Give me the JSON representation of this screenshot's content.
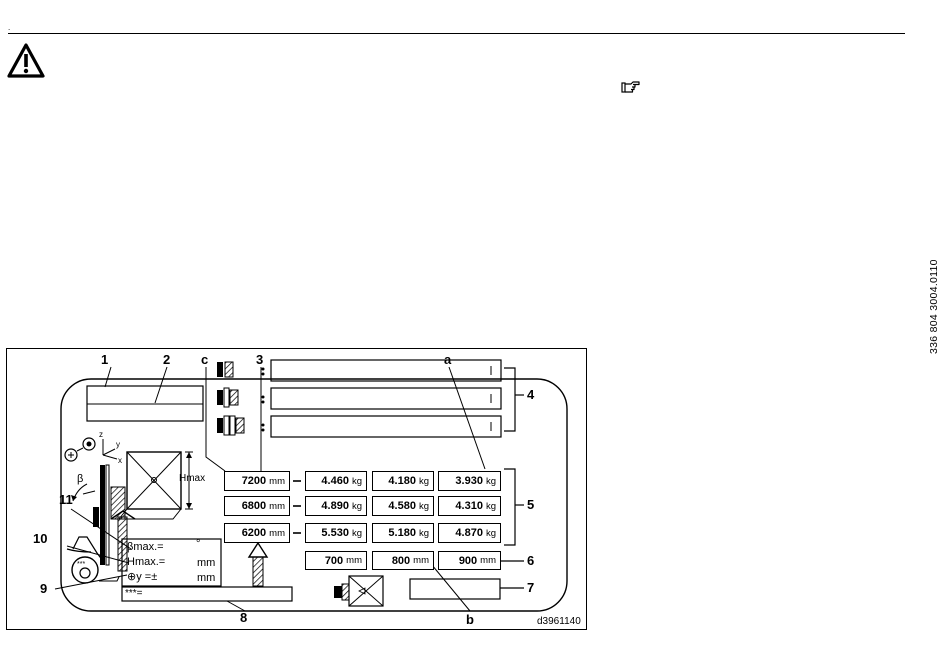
{
  "page": {
    "corner_mark": ".",
    "doc_number": "336 804 3004.0110"
  },
  "figure": {
    "id": "d3961140",
    "callouts": {
      "n1": "1",
      "n2": "2",
      "n3": "3",
      "n4": "4",
      "n5": "5",
      "n6": "6",
      "n7": "7",
      "n8": "8",
      "n9": "9",
      "n10": "10",
      "n11": "11",
      "a": "a",
      "b": "b",
      "c": "c"
    },
    "heights": [
      {
        "value": "7200",
        "unit": "mm"
      },
      {
        "value": "6800",
        "unit": "mm"
      },
      {
        "value": "6200",
        "unit": "mm"
      }
    ],
    "capacity_rows": [
      [
        {
          "value": "4.460",
          "unit": "kg"
        },
        {
          "value": "4.180",
          "unit": "kg"
        },
        {
          "value": "3.930",
          "unit": "kg"
        }
      ],
      [
        {
          "value": "4.890",
          "unit": "kg"
        },
        {
          "value": "4.580",
          "unit": "kg"
        },
        {
          "value": "4.310",
          "unit": "kg"
        }
      ],
      [
        {
          "value": "5.530",
          "unit": "kg"
        },
        {
          "value": "5.180",
          "unit": "kg"
        },
        {
          "value": "4.870",
          "unit": "kg"
        }
      ]
    ],
    "load_centers": [
      {
        "value": "700",
        "unit": "mm"
      },
      {
        "value": "800",
        "unit": "mm"
      },
      {
        "value": "900",
        "unit": "mm"
      }
    ],
    "left_panel": {
      "beta_label": "βmax.=",
      "beta_unit": "°",
      "hmax_label": "Hmax.=",
      "hmax_unit": "mm",
      "y_label": "⊕y  =±",
      "y_unit": "mm",
      "stars_label": "***=",
      "hmax_dim": "Hmax",
      "axis_z": "z",
      "axis_y": "y",
      "axis_x": "x",
      "beta_symbol": "β",
      "wheel_stars": "***"
    },
    "dash": "—"
  }
}
